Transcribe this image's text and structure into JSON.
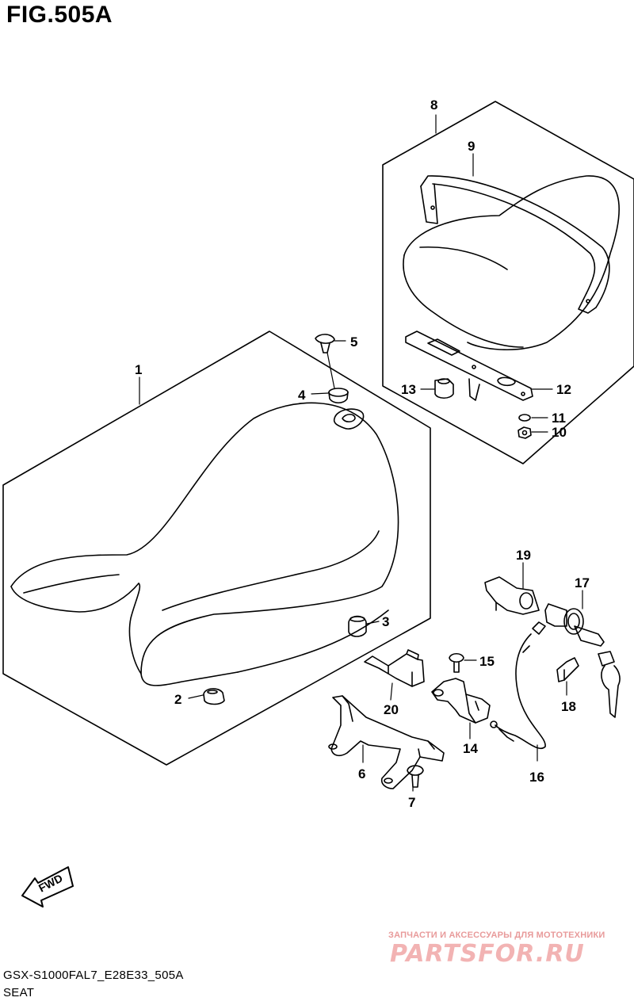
{
  "figure": {
    "title": "FIG.505A",
    "code": "GSX-S1000FAL7_E28E33_505A",
    "name": "SEAT"
  },
  "fwd_label": "FWD",
  "watermark": {
    "subtitle": "ЗАПЧАСТИ И АКСЕССУАРЫ ДЛЯ МОТОТЕХНИКИ",
    "brand": "PARTSFOR.RU"
  },
  "callouts": [
    {
      "label": "1"
    },
    {
      "label": "2"
    },
    {
      "label": "3"
    },
    {
      "label": "4"
    },
    {
      "label": "5"
    },
    {
      "label": "6"
    },
    {
      "label": "7"
    },
    {
      "label": "8"
    },
    {
      "label": "9"
    },
    {
      "label": "10"
    },
    {
      "label": "11"
    },
    {
      "label": "12"
    },
    {
      "label": "13"
    },
    {
      "label": "14"
    },
    {
      "label": "15"
    },
    {
      "label": "16"
    },
    {
      "label": "17"
    },
    {
      "label": "18"
    },
    {
      "label": "19"
    },
    {
      "label": "20"
    }
  ],
  "colors": {
    "line": "#000000",
    "watermark": "#f2b3b3",
    "watermark_sub": "#e89a9a"
  }
}
